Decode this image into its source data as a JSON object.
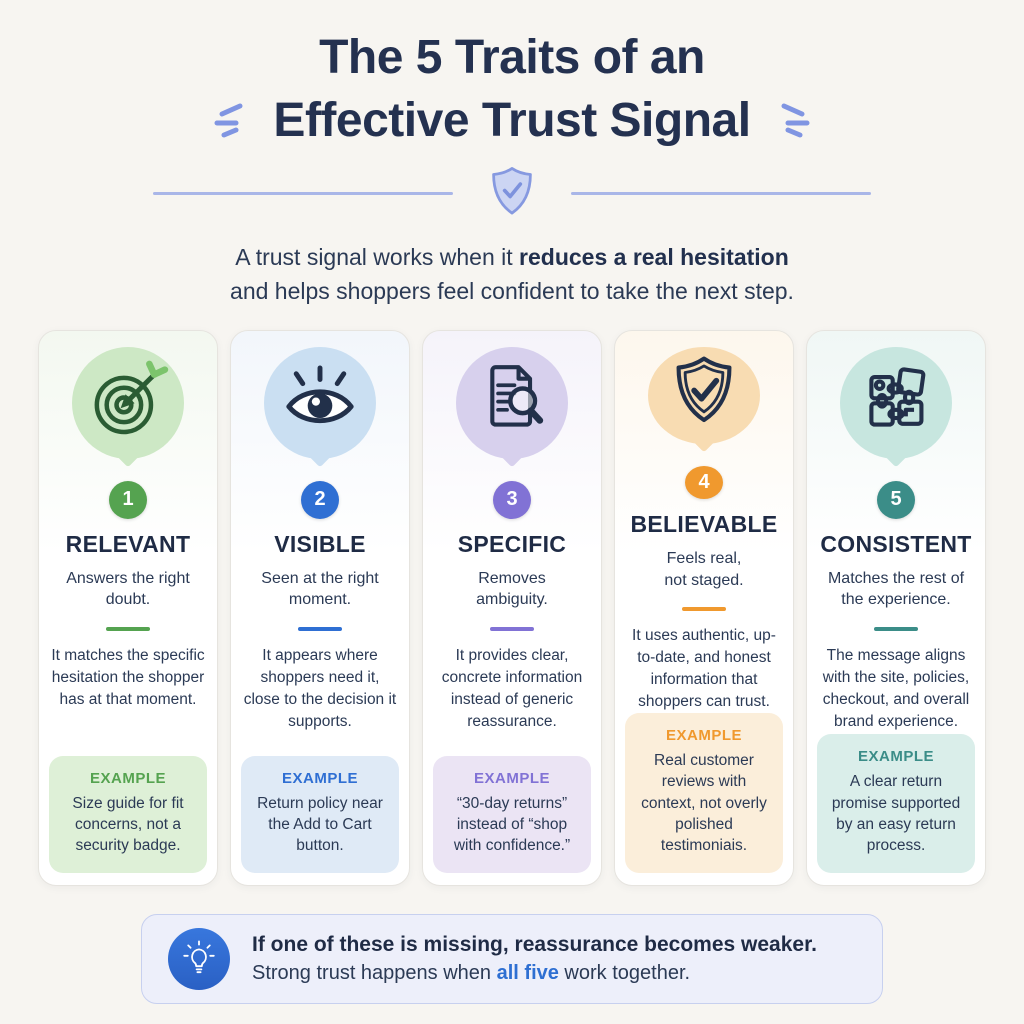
{
  "header": {
    "title_line1": "The 5 Traits of an",
    "title_line2": "Effective Trust Signal",
    "subtitle_prefix": "A trust signal works when it ",
    "subtitle_bold": "reduces a real hesitation",
    "subtitle_line2": "and helps shoppers feel confident to take the next step.",
    "divider_icon": "shield-check-icon",
    "sparkle_color": "#8095e2",
    "divider_line_color": "#a9b6e8"
  },
  "traits": [
    {
      "number": "1",
      "title": "RELEVANT",
      "subtitle": "Answers the right\ndoubt.",
      "description": "It matches the specific hesitation the shopper has at that moment.",
      "example_label": "EXAMPLE",
      "example_text": "Size guide for fit concerns, not a security badge.",
      "icon": "target-icon",
      "colors": {
        "accent": "#55a350",
        "circle_bg": "#cde8c5",
        "example_bg": "#def0d7",
        "tint": "#f3f8f0"
      }
    },
    {
      "number": "2",
      "title": "VISIBLE",
      "subtitle": "Seen at the right\nmoment.",
      "description": "It appears where shoppers need it, close to the decision it supports.",
      "example_label": "EXAMPLE",
      "example_text": "Return policy near the Add to Cart button.",
      "icon": "eye-icon",
      "colors": {
        "accent": "#2f6fd3",
        "circle_bg": "#cadff2",
        "example_bg": "#dfeaf6",
        "tint": "#f2f6fb"
      }
    },
    {
      "number": "3",
      "title": "SPECIFIC",
      "subtitle": "Removes\nambiguity.",
      "description": "It provides clear, concrete information instead of generic reassurance.",
      "example_label": "EXAMPLE",
      "example_text": "“30-day returns” instead of “shop with confidence.”",
      "icon": "document-magnifier-icon",
      "colors": {
        "accent": "#8172d5",
        "circle_bg": "#d7d0ed",
        "example_bg": "#ebe4f4",
        "tint": "#f5f3fa"
      }
    },
    {
      "number": "4",
      "title": "BELIEVABLE",
      "subtitle": "Feels real,\nnot staged.",
      "description": "It uses authentic, up-to-date, and honest information that shoppers can trust.",
      "example_label": "EXAMPLE",
      "example_text": "Real customer reviews with context, not overly polished testimoniais.",
      "icon": "shield-check-icon",
      "colors": {
        "accent": "#f0992e",
        "circle_bg": "#f8dcb2",
        "example_bg": "#fbeeda",
        "tint": "#fdf7ed"
      }
    },
    {
      "number": "5",
      "title": "CONSISTENT",
      "subtitle": "Matches the rest of\nthe experience.",
      "description": "The message aligns with the site, policies, checkout, and overall brand experience.",
      "example_label": "EXAMPLE",
      "example_text": "A clear return promise supported by an easy return process.",
      "icon": "puzzle-icon",
      "colors": {
        "accent": "#3b8d88",
        "circle_bg": "#c7e6df",
        "example_bg": "#daeeea",
        "tint": "#f0f7f5"
      }
    }
  ],
  "footer": {
    "icon": "lightbulb-icon",
    "line1": "If one of these is missing, reassurance becomes weaker.",
    "line2_prefix": "Strong trust happens when ",
    "line2_bold": "all five",
    "line2_suffix": " work together.",
    "bg": "#edeffa",
    "border": "#c7d0ef",
    "accent": "#2e6fd2"
  },
  "page": {
    "background": "#f7f5f1",
    "title_color": "#243150",
    "body_color": "#2b3a55"
  }
}
